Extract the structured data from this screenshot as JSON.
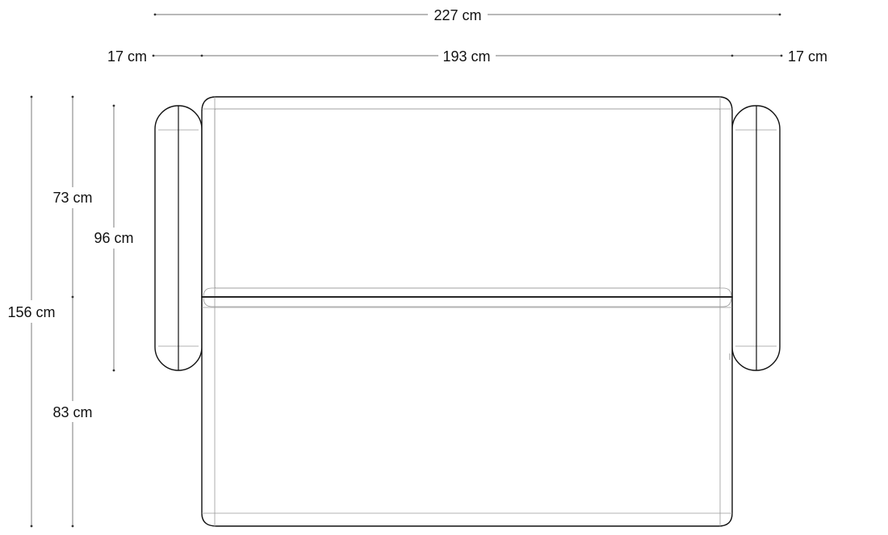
{
  "dimensions": {
    "total_width": "227 cm",
    "arm_left": "17 cm",
    "seat_width": "193 cm",
    "arm_right": "17 cm",
    "total_depth": "156 cm",
    "backrest_depth": "73 cm",
    "extension_depth": "83 cm",
    "arm_depth": "96 cm"
  }
}
